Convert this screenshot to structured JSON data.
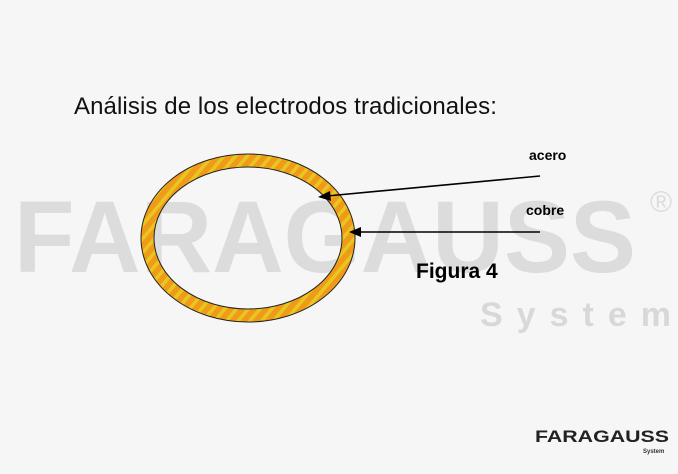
{
  "watermark": {
    "brand": "FARAGAUSS",
    "registered": "®",
    "subtitle": "System"
  },
  "slide": {
    "heading": "Análisis de los electrodos tradicionales:",
    "figure_label": "Figura 4",
    "labels": {
      "outer": "acero",
      "inner": "cobre"
    }
  },
  "logo": {
    "text": "FARAGAUSS",
    "subtitle": "System"
  },
  "colors": {
    "background": "#f6f6f6",
    "ring_orange": "#f09a1a",
    "ring_stripe": "#e9c61f",
    "ring_outline": "#222222",
    "watermark": "#dcdcdc",
    "text": "#000000"
  },
  "icons": {
    "arrow": "arrow-left-icon",
    "electrode": "electrode-ring-icon"
  }
}
